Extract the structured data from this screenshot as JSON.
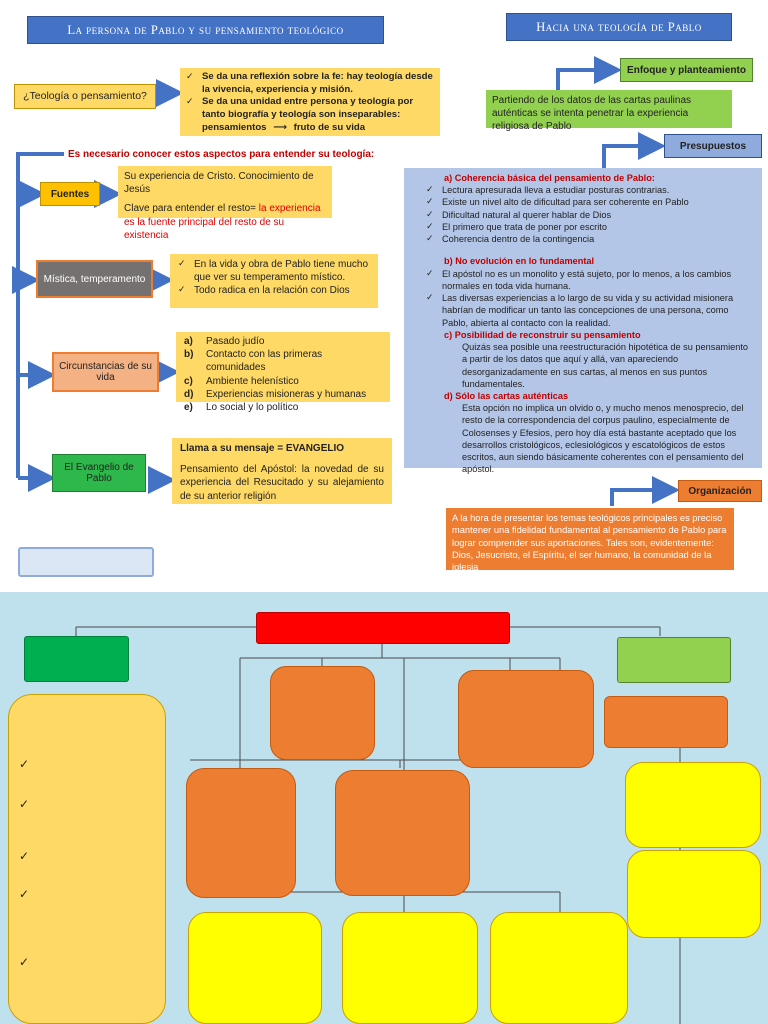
{
  "left": {
    "title": "La persona de Pablo y su pensamiento teológico",
    "question": {
      "label": "¿Teología o pensamiento?",
      "points": [
        "Se da una reflexión sobre la fe: hay teología desde la vivencia, experiencia y misión.",
        "Se da una unidad entre persona y teología por tanto biografía y teología son inseparables:"
      ],
      "flow_from": "pensamientos",
      "flow_arrow": "⟶",
      "flow_to": "fruto de su vida"
    },
    "intro": "Es necesario conocer estos aspectos para entender su teología:",
    "fuentes": {
      "label": "Fuentes",
      "line1": "Su experiencia de Cristo. Conocimiento de Jesús",
      "line2_prefix": "Clave para entender el resto=",
      "line2_red": " la experiencia es la fuente principal del resto de su existencia"
    },
    "mistica": {
      "label": "Mística, temperamento",
      "points": [
        "En la vida y obra de Pablo tiene mucho que ver su temperamento místico.",
        "Todo radica en la relación con Dios"
      ]
    },
    "circunstancias": {
      "label": "Circunstancias de su vida",
      "items": [
        {
          "m": "a)",
          "t": "Pasado judío"
        },
        {
          "m": "b)",
          "t": "Contacto con las primeras comunidades"
        },
        {
          "m": "c)",
          "t": "Ambiente helenístico"
        },
        {
          "m": "d)",
          "t": "Experiencias misioneras y humanas"
        },
        {
          "m": "e)",
          "t": "Lo social y lo político"
        }
      ]
    },
    "evangelio": {
      "label": "El Evangelio de Pablo",
      "heading": "Llama a su mensaje = EVANGELIO",
      "body": "Pensamiento del Apóstol: la novedad de su experiencia del Resucitado y su alejamiento de su anterior religión"
    }
  },
  "right": {
    "title": "Hacia una teología de Pablo",
    "enfoque": {
      "label": "Enfoque y planteamiento",
      "text": "Partiendo de los datos de las cartas paulinas auténticas se intenta penetrar la experiencia religiosa de Pablo"
    },
    "presupuestos": {
      "label": "Presupuestos",
      "a_title": "a)    Coherencia básica del pensamiento de Pablo:",
      "a_points": [
        "Lectura apresurada lleva a estudiar posturas contrarias.",
        "Existe un nivel alto de dificultad para ser coherente en Pablo",
        "Dificultad natural al querer hablar de Dios",
        "El primero que trata de poner por escrito",
        "Coherencia dentro de la contingencia"
      ],
      "b_title": "b)    No evolución en lo fundamental",
      "b_points": [
        "El apóstol no es un monolito y está sujeto, por lo menos, a los cambios normales en toda vida humana.",
        "Las diversas experiencias a lo largo de su vida y su actividad misionera habrían de modificar un tanto las concepciones de una persona, como Pablo, abierta al contacto con la realidad."
      ],
      "c_title": "c)    Posibilidad de reconstruir su pensamiento",
      "c_text": "Quizás sea posible una reestructuración hipotética de su pensamiento a partir de los datos que aquí y allá, van apareciendo desorganizadamente en sus cartas, al menos en sus puntos fundamentales.",
      "d_title": "d)    Sólo las cartas auténticas",
      "d_text": "Esta opción no implica un olvido o, y mucho menos menosprecio, del resto de la correspondencia del corpus paulino, especialmente de Colosenses y Efesios, pero hoy día está bastante aceptado que los desarrollos cristológicos, eclesiológicos y escatológicos de estos escritos, aun siendo básicamente coherentes con el pensamiento del apóstol."
    },
    "organizacion": {
      "label": "Organización",
      "text": "A la hora de presentar los temas teológicos principales es preciso mantener una fidelidad fundamental al pensamiento de Pablo para lograr comprender sus aportaciones. Tales son, evidentemente: Dios, Jesucristo, el Espíritu, el ser humano, la comunidad de la iglesia"
    }
  },
  "lower": {
    "checks": [
      "✓",
      "✓",
      "✓",
      "✓",
      "✓"
    ]
  },
  "colors": {
    "header_blue": "#4472c4",
    "arrow_blue": "#4472c4",
    "yellow": "#ffd966",
    "gold": "#ffc000",
    "green": "#92d050",
    "bright_green": "#2eb84b",
    "light_blue": "#b4c6e7",
    "orange": "#ed7d31",
    "salmon": "#f4b183",
    "gray": "#767171",
    "red": "#ff0000",
    "lower_bg": "#bfe1ee"
  }
}
